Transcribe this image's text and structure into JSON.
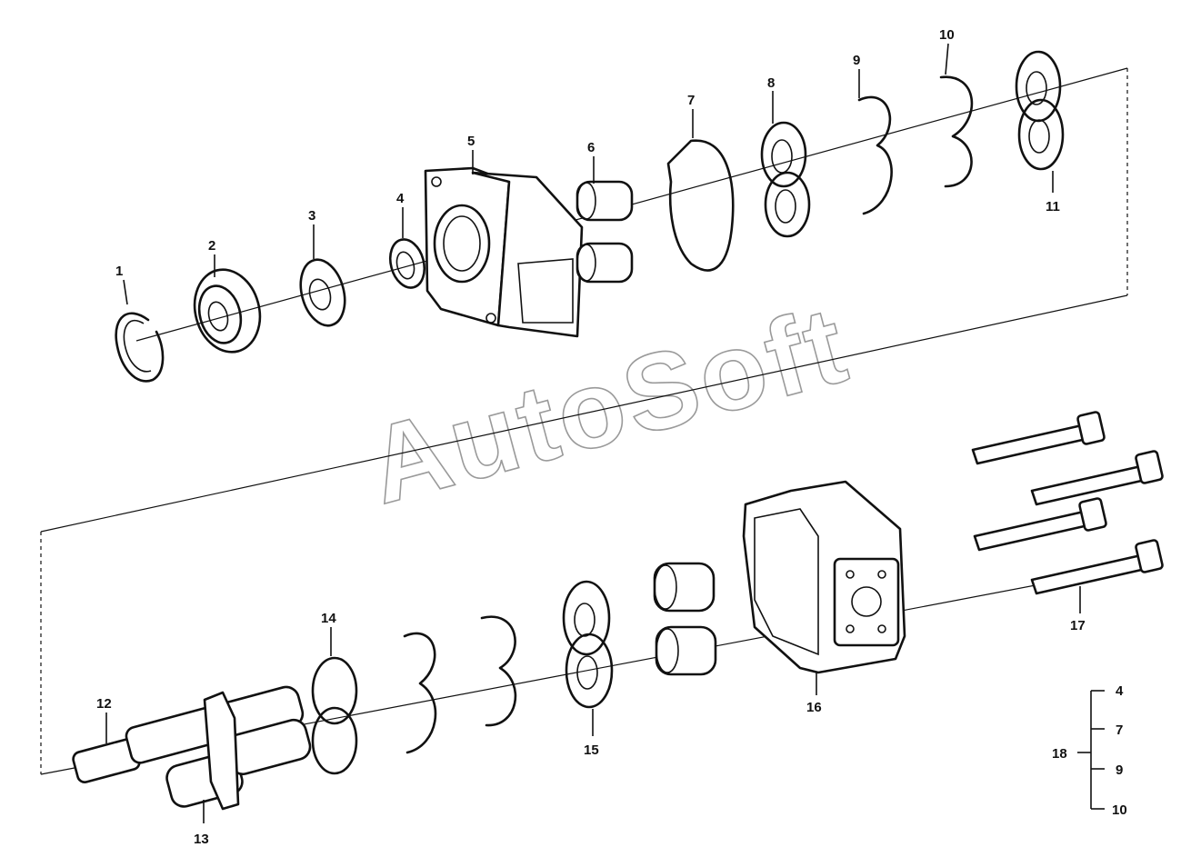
{
  "watermark": "AutoSoft",
  "callouts": {
    "c1": "1",
    "c2": "2",
    "c3": "3",
    "c4": "4",
    "c5": "5",
    "c6": "6",
    "c7": "7",
    "c8": "8",
    "c9": "9",
    "c10": "10",
    "c11": "11",
    "c12": "12",
    "c13": "13",
    "c14": "14",
    "c15": "15",
    "c16": "16",
    "c17": "17"
  },
  "kit": {
    "label": "18",
    "items": [
      "4",
      "7",
      "9",
      "10"
    ]
  }
}
